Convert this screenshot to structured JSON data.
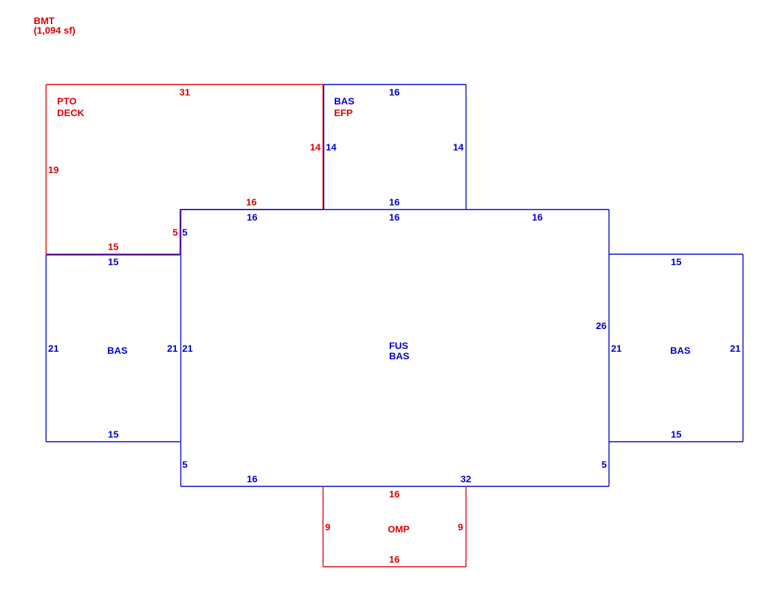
{
  "header": {
    "line1": "BMT",
    "line2": "(1,094 sf)"
  },
  "areas": {
    "pto": [
      "PTO",
      "DECK"
    ],
    "bas_efp": [
      "BAS",
      "EFP"
    ],
    "fus_bas": [
      "FUS",
      "BAS"
    ],
    "bas_left": "BAS",
    "bas_right": "BAS",
    "omp": "OMP"
  },
  "dimensions": {
    "pto_top": "31",
    "pto_left": "19",
    "pto_right": "14",
    "pto_bottom_right": "16",
    "pto_bottom_left": "15",
    "pto_step": "5",
    "efp_top": "16",
    "efp_left": "14",
    "efp_right": "14",
    "efp_bottom": "16",
    "fus_top_left": "16",
    "fus_top_mid": "16",
    "fus_top_right": "16",
    "fus_left_top": "5",
    "fus_left": "21",
    "fus_left_bottom": "5",
    "fus_right": "26",
    "fus_right_inner": "21",
    "fus_right_bottom": "5",
    "fus_bottom_left": "16",
    "fus_bottom_right": "32",
    "basl_top": "15",
    "basl_left": "21",
    "basl_right": "21",
    "basl_bottom": "15",
    "basr_top": "15",
    "basr_right": "21",
    "basr_bottom": "15",
    "omp_top": "16",
    "omp_left": "9",
    "omp_right": "9",
    "omp_bottom": "16"
  },
  "colors": {
    "red": "#dd0000",
    "blue": "#0000cc"
  }
}
